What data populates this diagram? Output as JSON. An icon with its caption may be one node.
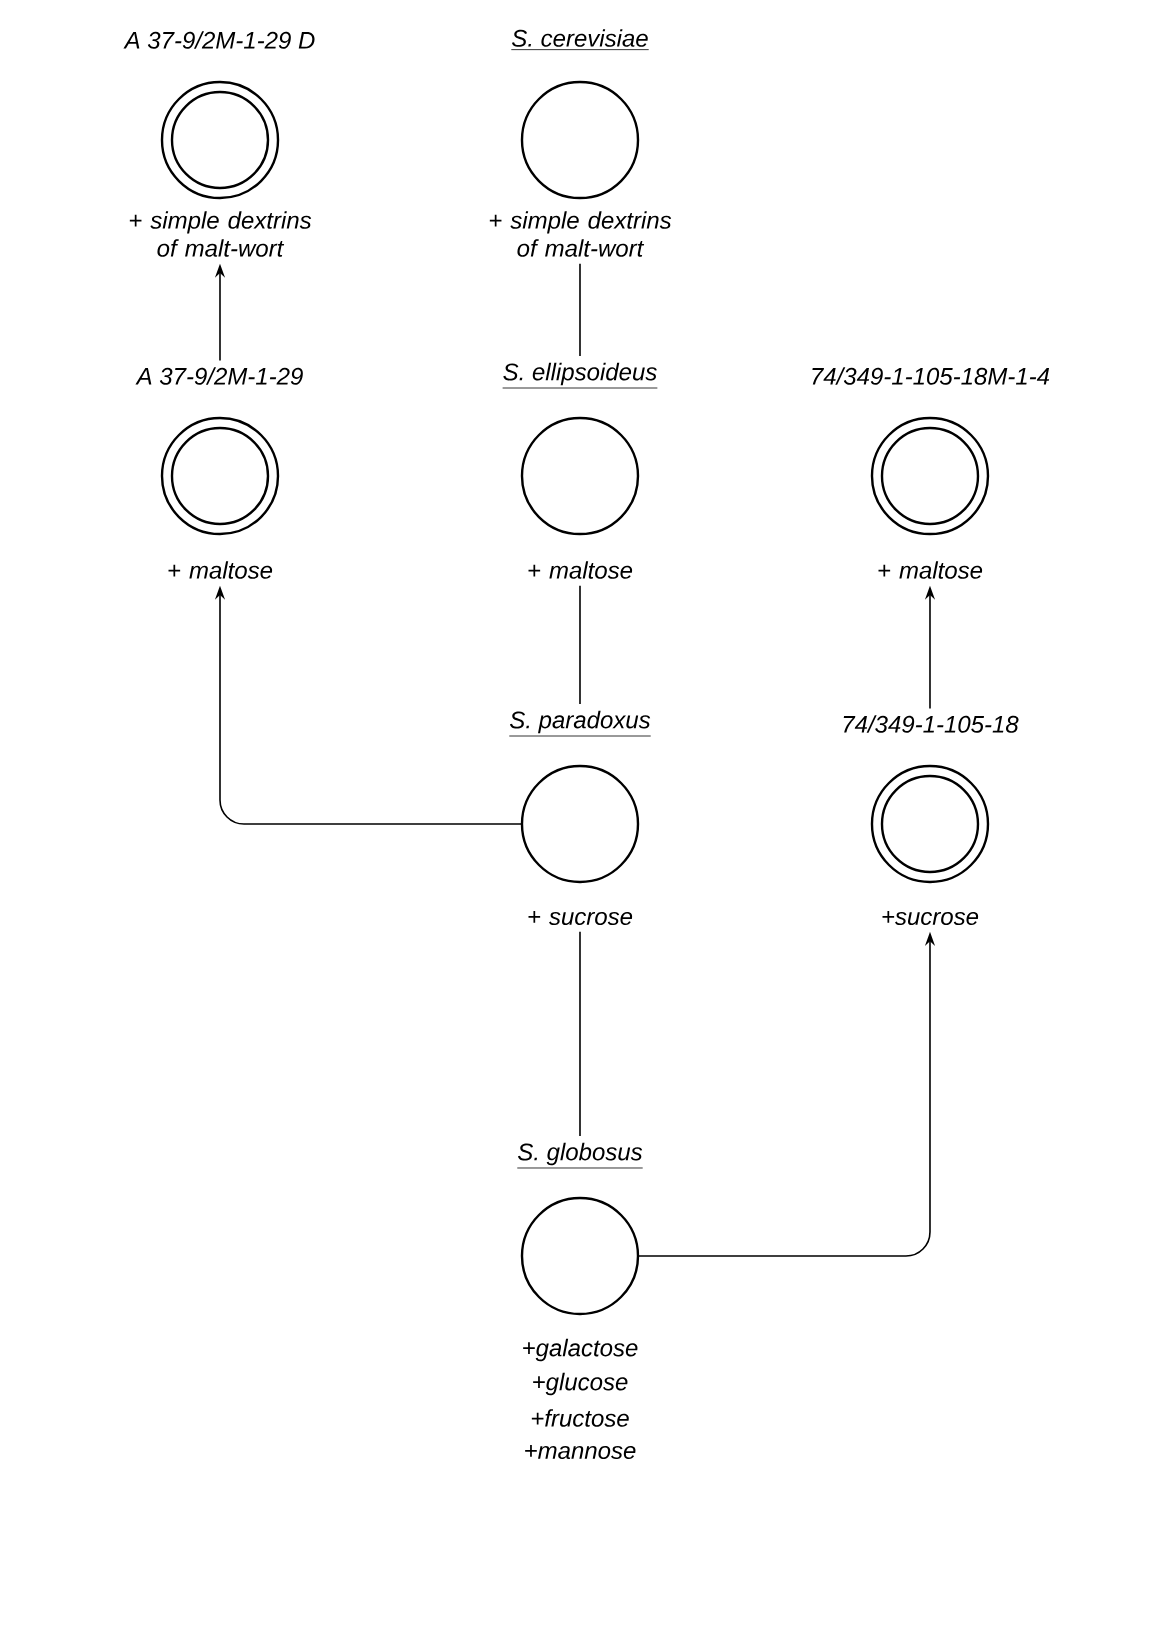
{
  "diagram": {
    "nodes": [
      {
        "text": [
          "A 37-9/2M-1-29 D",
          "+ simple dextrins of malt-wort"
        ]
      },
      {
        "text": [
          "S. cerevisiae",
          "+ simple dextrins of malt-wort"
        ]
      },
      {
        "text": [
          "A 37-9/2M-1-29",
          "+ maltose"
        ]
      },
      {
        "text": [
          "S. ellipsoideus",
          "+ maltose"
        ]
      },
      {
        "text": [
          "74/349-1-105-18M-1-4",
          "+ maltose"
        ]
      },
      {
        "text": [
          "S. paradoxus",
          "+ sucrose"
        ]
      },
      {
        "text": [
          "74/349-1-105-18",
          "+sucrose"
        ]
      },
      {
        "text": [
          "S. globosus",
          "+galactose",
          "+glucose",
          "+fructose",
          "+mannose"
        ]
      }
    ],
    "edges": [
      {
        "from": 2,
        "to": 0,
        "arrow": "to"
      },
      {
        "from": 3,
        "to": 1,
        "arrow": "none"
      },
      {
        "from": 5,
        "to": 3,
        "arrow": "none"
      },
      {
        "from": 5,
        "to": 2,
        "arrow": "to"
      },
      {
        "from": 7,
        "to": 5,
        "arrow": "none"
      },
      {
        "from": 7,
        "to": 6,
        "arrow": "to"
      },
      {
        "from": 6,
        "to": 4,
        "arrow": "to"
      }
    ]
  }
}
